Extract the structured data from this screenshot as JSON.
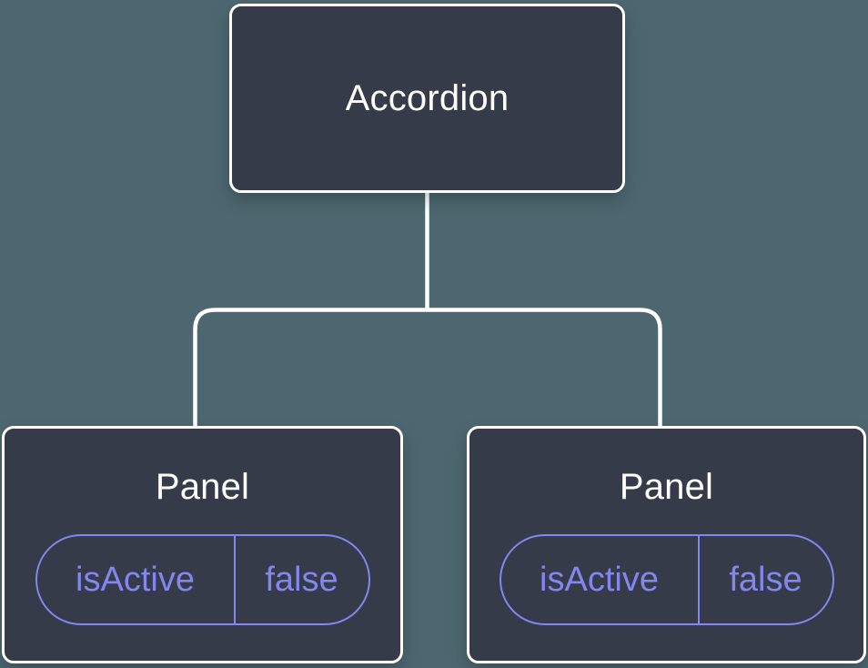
{
  "diagram": {
    "type": "component-tree",
    "colors": {
      "bg": "#4d6770",
      "node_fill": "#353b48",
      "node_border": "#ffffff",
      "connector": "#ffffff",
      "accent": "#8585f0",
      "label_text": "#ffffff"
    },
    "root": {
      "label": "Accordion"
    },
    "children": [
      {
        "label": "Panel",
        "state": {
          "key": "isActive",
          "value": "false"
        }
      },
      {
        "label": "Panel",
        "state": {
          "key": "isActive",
          "value": "false"
        }
      }
    ]
  }
}
